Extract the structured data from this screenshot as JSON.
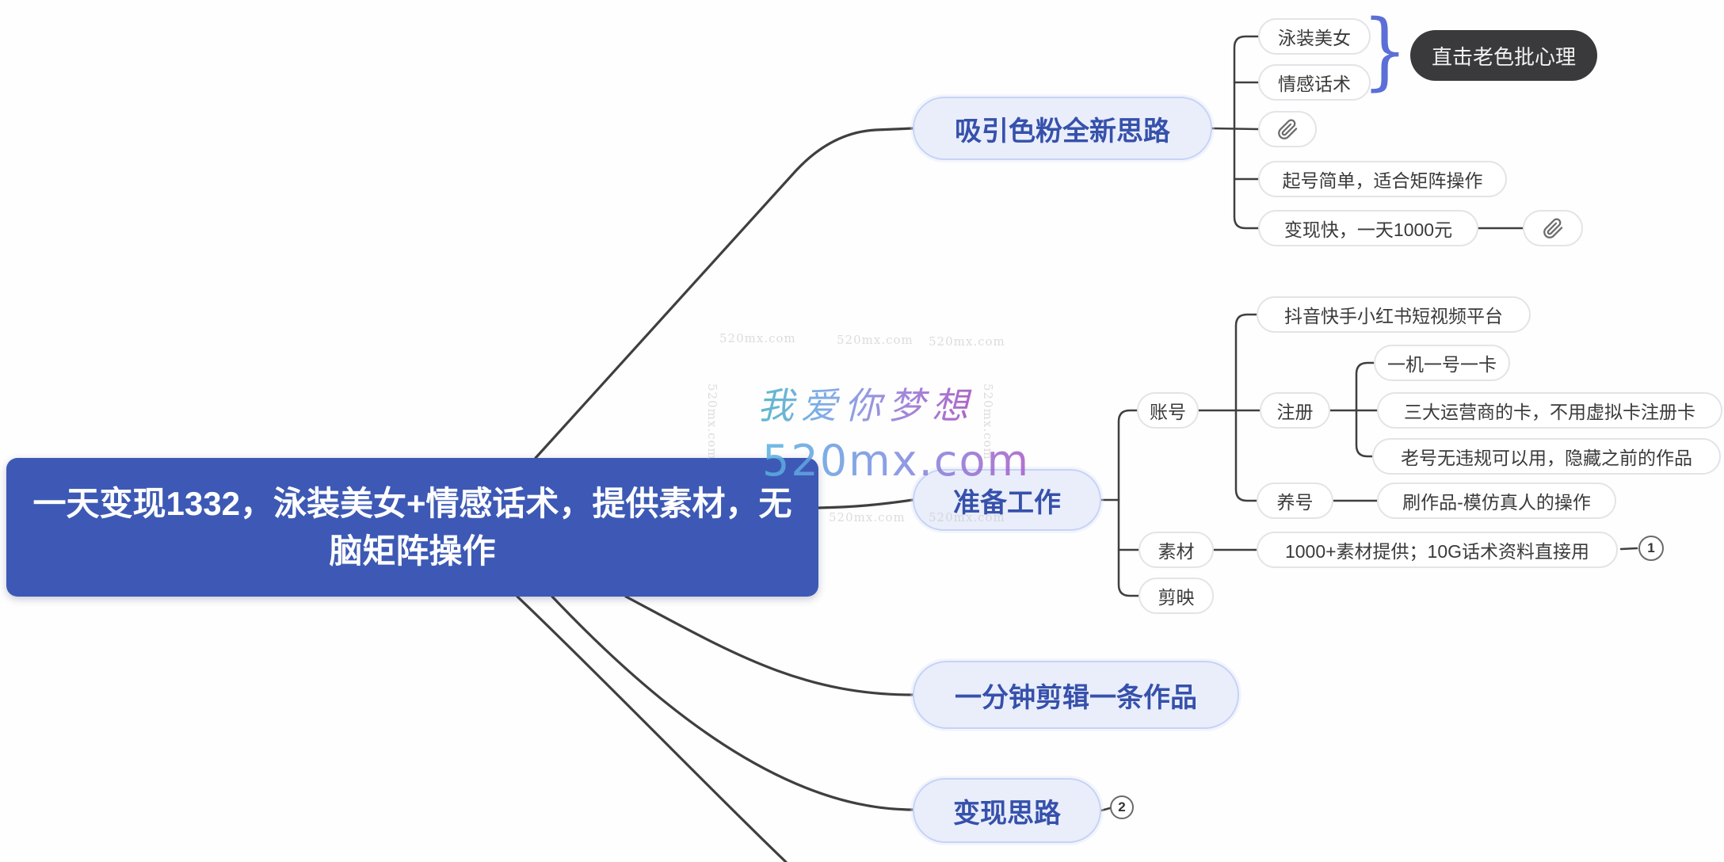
{
  "map": {
    "central": {
      "label": "一天变现1332，泳装美女+情感话术，提供素材，无脑矩阵操作"
    },
    "attract": {
      "label": "吸引色粉全新思路",
      "swimsuit": "泳装美女",
      "emotion_script": "情感话术",
      "callout": "直击老色批心理",
      "easy_start": "起号简单，适合矩阵操作",
      "fast_cash": "变现快，一天1000元"
    },
    "prepare": {
      "label": "准备工作",
      "platform": "抖音快手小红书短视频平台",
      "account": "账号",
      "register": "注册",
      "one_device": "一机一号一卡",
      "carrier_cards": "三大运营商的卡，不用虚拟卡注册卡",
      "old_accounts": "老号无违规可以用，隐藏之前的作品",
      "nurture": "养号",
      "browse_works": "刷作品-模仿真人的操作",
      "material": "素材",
      "material_offer": "1000+素材提供；10G话术资料直接用",
      "jianying": "剪映"
    },
    "edit": {
      "label": "一分钟剪辑一条作品"
    },
    "monetize": {
      "label": "变现思路"
    },
    "badges": {
      "one": "1",
      "two": "2"
    },
    "brace": "}"
  },
  "watermarks": {
    "script_text": "我爱你梦想",
    "site_text": "520mx.com",
    "tile": "520mx.com"
  },
  "colors": {
    "central_bg": "#3d59b5",
    "branch_bg": "#eaeefb",
    "branch_border": "#c7d3f5",
    "branch_text": "#3651ab",
    "callout_bg": "#3a3a3c",
    "line": "#3f3f3f",
    "brace": "#5b6fd6"
  }
}
